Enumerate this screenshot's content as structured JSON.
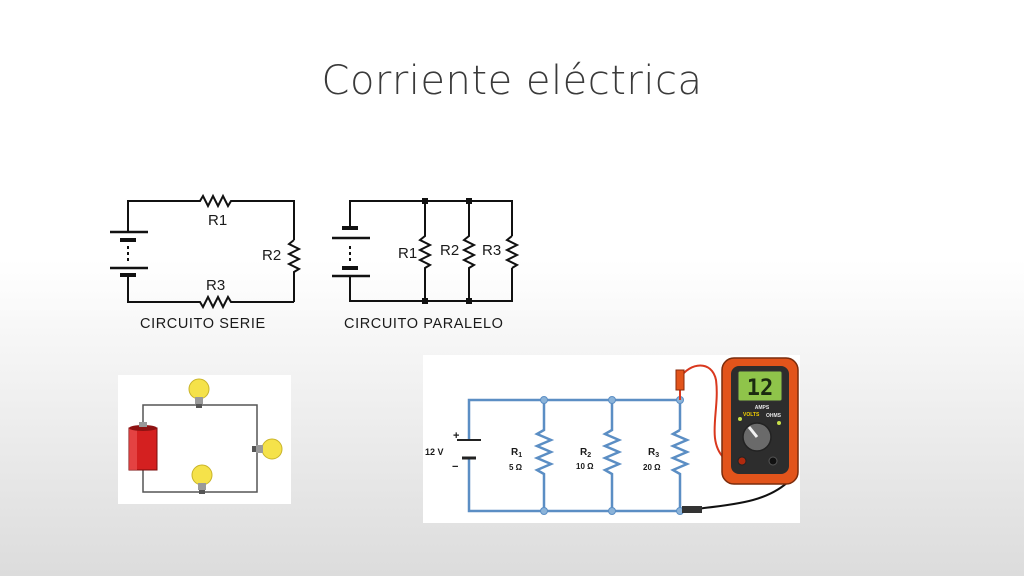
{
  "slide": {
    "title": "Corriente eléctrica"
  },
  "series_circuit": {
    "labels": [
      "R1",
      "R2",
      "R3"
    ],
    "caption": "CIRCUITO SERIE"
  },
  "parallel_circuit": {
    "labels": [
      "R1",
      "R2",
      "R3"
    ],
    "caption": "CIRCUITO PARALELO"
  },
  "meter_circuit": {
    "source": {
      "plus": "+",
      "minus": "−",
      "voltage": "12 V"
    },
    "resistors": [
      {
        "name": "R",
        "sub": "1",
        "value": "5 Ω"
      },
      {
        "name": "R",
        "sub": "2",
        "value": "10 Ω"
      },
      {
        "name": "R",
        "sub": "3",
        "value": "20 Ω"
      }
    ],
    "multimeter": {
      "display": "12",
      "labels": [
        "AMPS",
        "VOLTS",
        "OHMS"
      ]
    }
  },
  "colors": {
    "wire_blue": "#5b8ec4",
    "battery_red": "#d42020",
    "bulb_yellow": "#f5e24a",
    "meter_orange": "#e2541b",
    "lcd_green": "#8fc44a"
  }
}
